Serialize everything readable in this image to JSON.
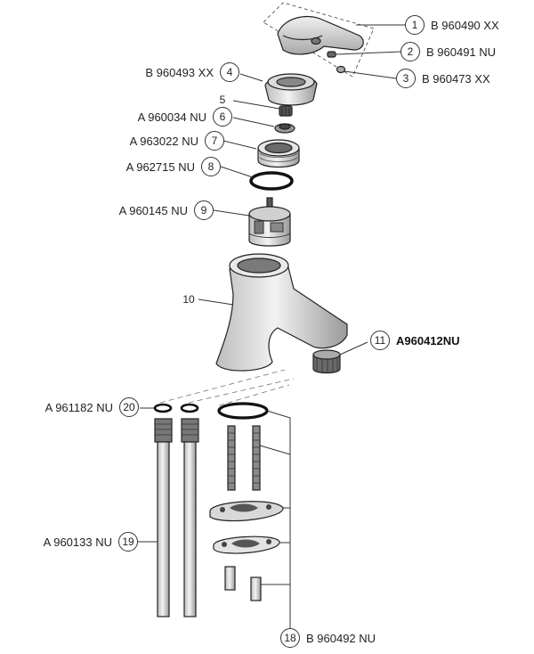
{
  "callouts": [
    {
      "num": "1",
      "code": "B 960490 XX"
    },
    {
      "num": "2",
      "code": "B 960491 NU"
    },
    {
      "num": "3",
      "code": "B 960473 XX"
    },
    {
      "num": "4",
      "code": "B 960493 XX"
    },
    {
      "num": "5",
      "code": ""
    },
    {
      "num": "6",
      "code": "A 960034 NU"
    },
    {
      "num": "7",
      "code": "A 963022 NU"
    },
    {
      "num": "8",
      "code": "A 962715 NU"
    },
    {
      "num": "9",
      "code": "A 960145 NU"
    },
    {
      "num": "10",
      "code": ""
    },
    {
      "num": "11",
      "code": "A960412NU"
    },
    {
      "num": "18",
      "code": "B 960492 NU"
    },
    {
      "num": "19",
      "code": "A 960133 NU"
    },
    {
      "num": "20",
      "code": "A 961182 NU"
    }
  ]
}
